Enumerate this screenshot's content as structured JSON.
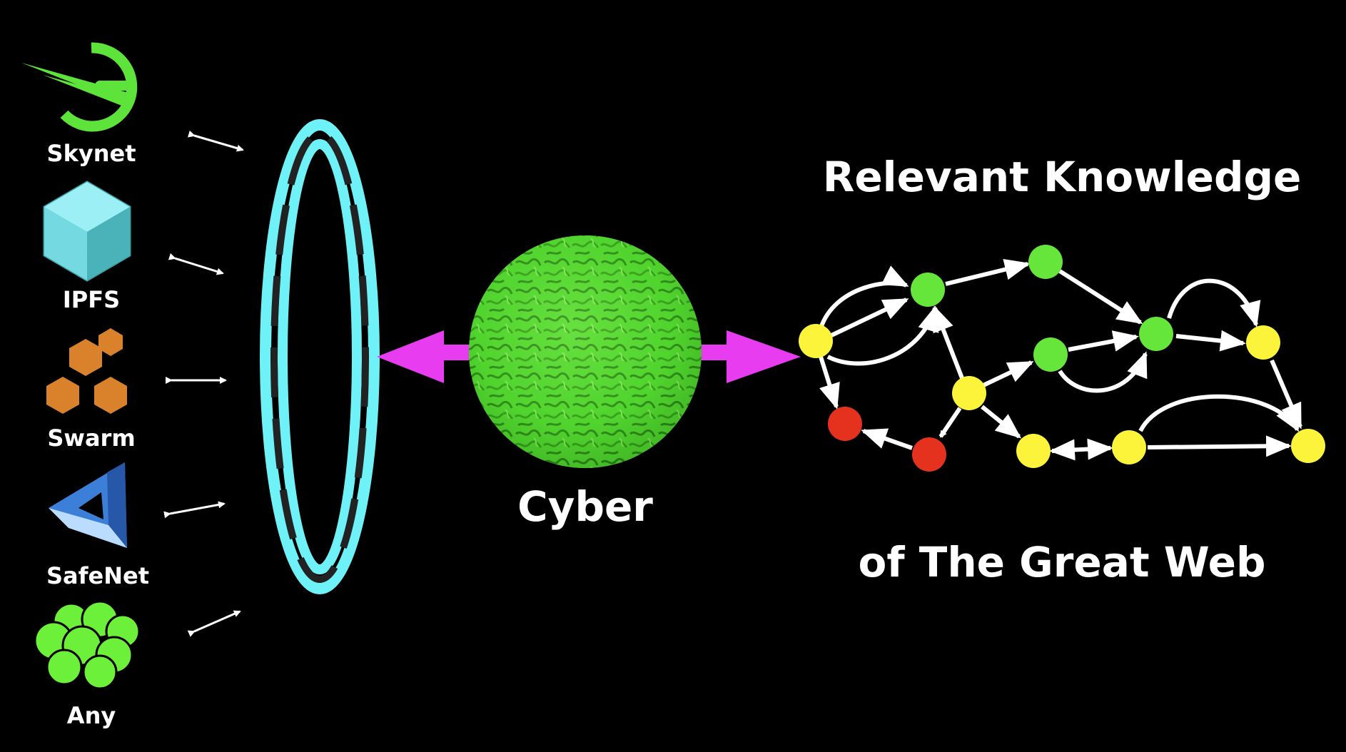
{
  "networks": [
    {
      "label": "Skynet",
      "icon": "skynet-logo-icon"
    },
    {
      "label": "IPFS",
      "icon": "ipfs-cube-icon"
    },
    {
      "label": "Swarm",
      "icon": "swarm-hexagons-icon"
    },
    {
      "label": "SafeNet",
      "icon": "safenet-triangle-icon"
    },
    {
      "label": "Any",
      "icon": "cluster-bubbles-icon"
    }
  ],
  "center": {
    "label": "Cyber"
  },
  "knowledge": {
    "title": "Relevant Knowledge",
    "subtitle": "of The Great Web"
  },
  "colors": {
    "background": "#000000",
    "portal": "#6ef2f7",
    "arrow": "#e83cf0",
    "sphere": "#5de33a",
    "node_green": "#66e63a",
    "node_yellow": "#fbf43a",
    "node_red": "#e5321f",
    "edge": "#ffffff"
  }
}
